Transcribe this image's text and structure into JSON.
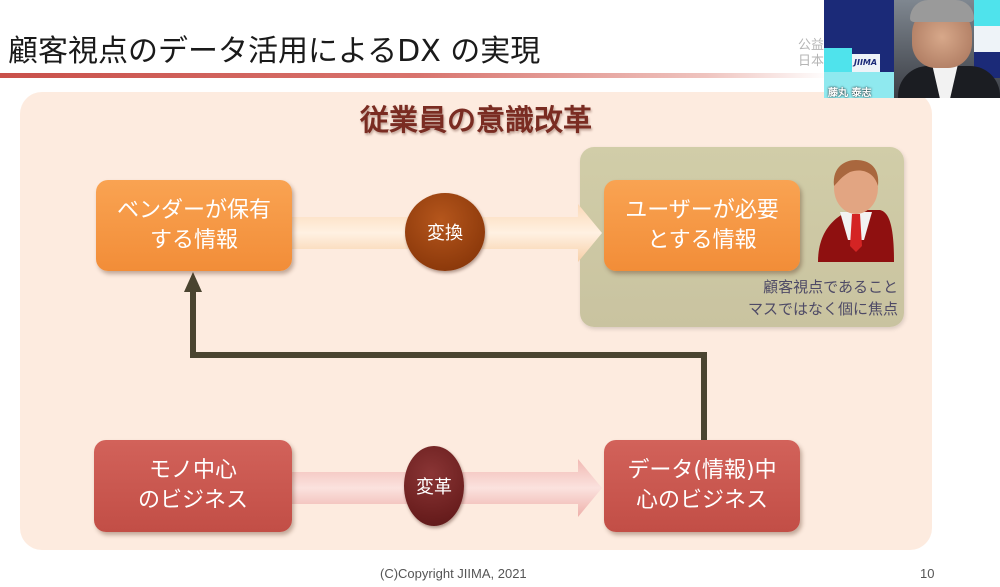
{
  "slide": {
    "title": "顧客視点のデータ活用によるDX の実現",
    "org_label_line1": "公益",
    "org_label_line2": "日本",
    "panel_heading": "従業員の意識改革",
    "top_row": {
      "source_box": {
        "line1": "ベンダーが保有",
        "line2": "する情報"
      },
      "transform_label": "変換",
      "target_box": {
        "line1": "ユーザーが必要",
        "line2": "とする情報"
      }
    },
    "user_caption": {
      "line1": "顧客視点であること",
      "line2": "マスではなく個に焦点"
    },
    "bottom_row": {
      "source_box": {
        "line1": "モノ中心",
        "line2": "のビジネス"
      },
      "transform_label": "変革",
      "target_box": {
        "line1": "データ(情報)中",
        "line2": "心のビジネス"
      }
    },
    "footer": {
      "copyright": "(C)Copyright JIIMA, 2021",
      "page_number": "10"
    },
    "icons": {
      "user": "person-icon",
      "feedback_arrow": "arrow-up-icon",
      "flow_arrow": "arrow-right-icon"
    },
    "colors": {
      "orange_box": "#f28d38",
      "red_box": "#c24e46",
      "panel_bg": "#fdebdf",
      "user_area_bg": "#c9c3a0",
      "heading": "#7a2c22",
      "feedback_line": "#4a4430"
    }
  },
  "webcam": {
    "speaker_name": "藤丸 泰志",
    "brand": "JIIMA"
  }
}
